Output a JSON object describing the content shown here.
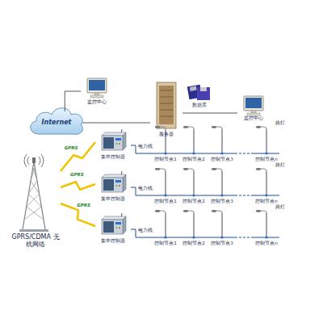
{
  "diagram": {
    "nodes": [
      {
        "text": [
          "Internet"
        ]
      },
      {
        "text": [
          "监控中心"
        ]
      },
      {
        "text": [
          "服务器"
        ]
      },
      {
        "text": [
          "数据库"
        ]
      },
      {
        "text": [
          "监控中心"
        ]
      },
      {
        "text": [
          "GPRS/CDMA 无线网络"
        ]
      },
      {
        "text": [
          "集中控制器"
        ]
      },
      {
        "text": [
          "控制节点1"
        ]
      },
      {
        "text": [
          "控制节点2"
        ]
      },
      {
        "text": [
          "控制节点3"
        ]
      },
      {
        "text": [
          "控制节点n"
        ]
      },
      {
        "text": [
          "集中控制器"
        ]
      },
      {
        "text": [
          "控制节点1"
        ]
      },
      {
        "text": [
          "控制节点2"
        ]
      },
      {
        "text": [
          "控制节点3"
        ]
      },
      {
        "text": [
          "控制节点n"
        ]
      },
      {
        "text": [
          "集中控制器"
        ]
      },
      {
        "text": [
          "控制节点1"
        ]
      },
      {
        "text": [
          "控制节点2"
        ]
      },
      {
        "text": [
          "控制节点3"
        ]
      },
      {
        "text": [
          "控制节点n"
        ]
      }
    ],
    "edges": [
      {
        "from": 0,
        "to": 1,
        "arrow": "none"
      },
      {
        "from": 0,
        "to": 2,
        "arrow": "none"
      },
      {
        "from": 2,
        "to": 4,
        "arrow": "none"
      },
      {
        "from": 5,
        "to": 6,
        "label": "GPRS",
        "arrow": "none"
      },
      {
        "from": 5,
        "to": 11,
        "label": "GPRS",
        "arrow": "none"
      },
      {
        "from": 5,
        "to": 16,
        "label": "GPRS",
        "arrow": "none"
      },
      {
        "from": 6,
        "to": 7,
        "label": "电力线",
        "arrow": "none"
      },
      {
        "from": 7,
        "to": 8,
        "arrow": "none"
      },
      {
        "from": 8,
        "to": 9,
        "arrow": "none"
      },
      {
        "from": 9,
        "to": 10,
        "arrow": "none"
      },
      {
        "from": 11,
        "to": 12,
        "label": "电力线",
        "arrow": "none"
      },
      {
        "from": 12,
        "to": 13,
        "arrow": "none"
      },
      {
        "from": 13,
        "to": 14,
        "arrow": "none"
      },
      {
        "from": 14,
        "to": 15,
        "arrow": "none"
      },
      {
        "from": 16,
        "to": 17,
        "label": "电力线",
        "arrow": "none"
      },
      {
        "from": 17,
        "to": 18,
        "arrow": "none"
      },
      {
        "from": 18,
        "to": 19,
        "arrow": "none"
      },
      {
        "from": 19,
        "to": 20,
        "arrow": "none"
      }
    ],
    "labels": [
      "路灯",
      "路灯",
      "路灯"
    ]
  }
}
